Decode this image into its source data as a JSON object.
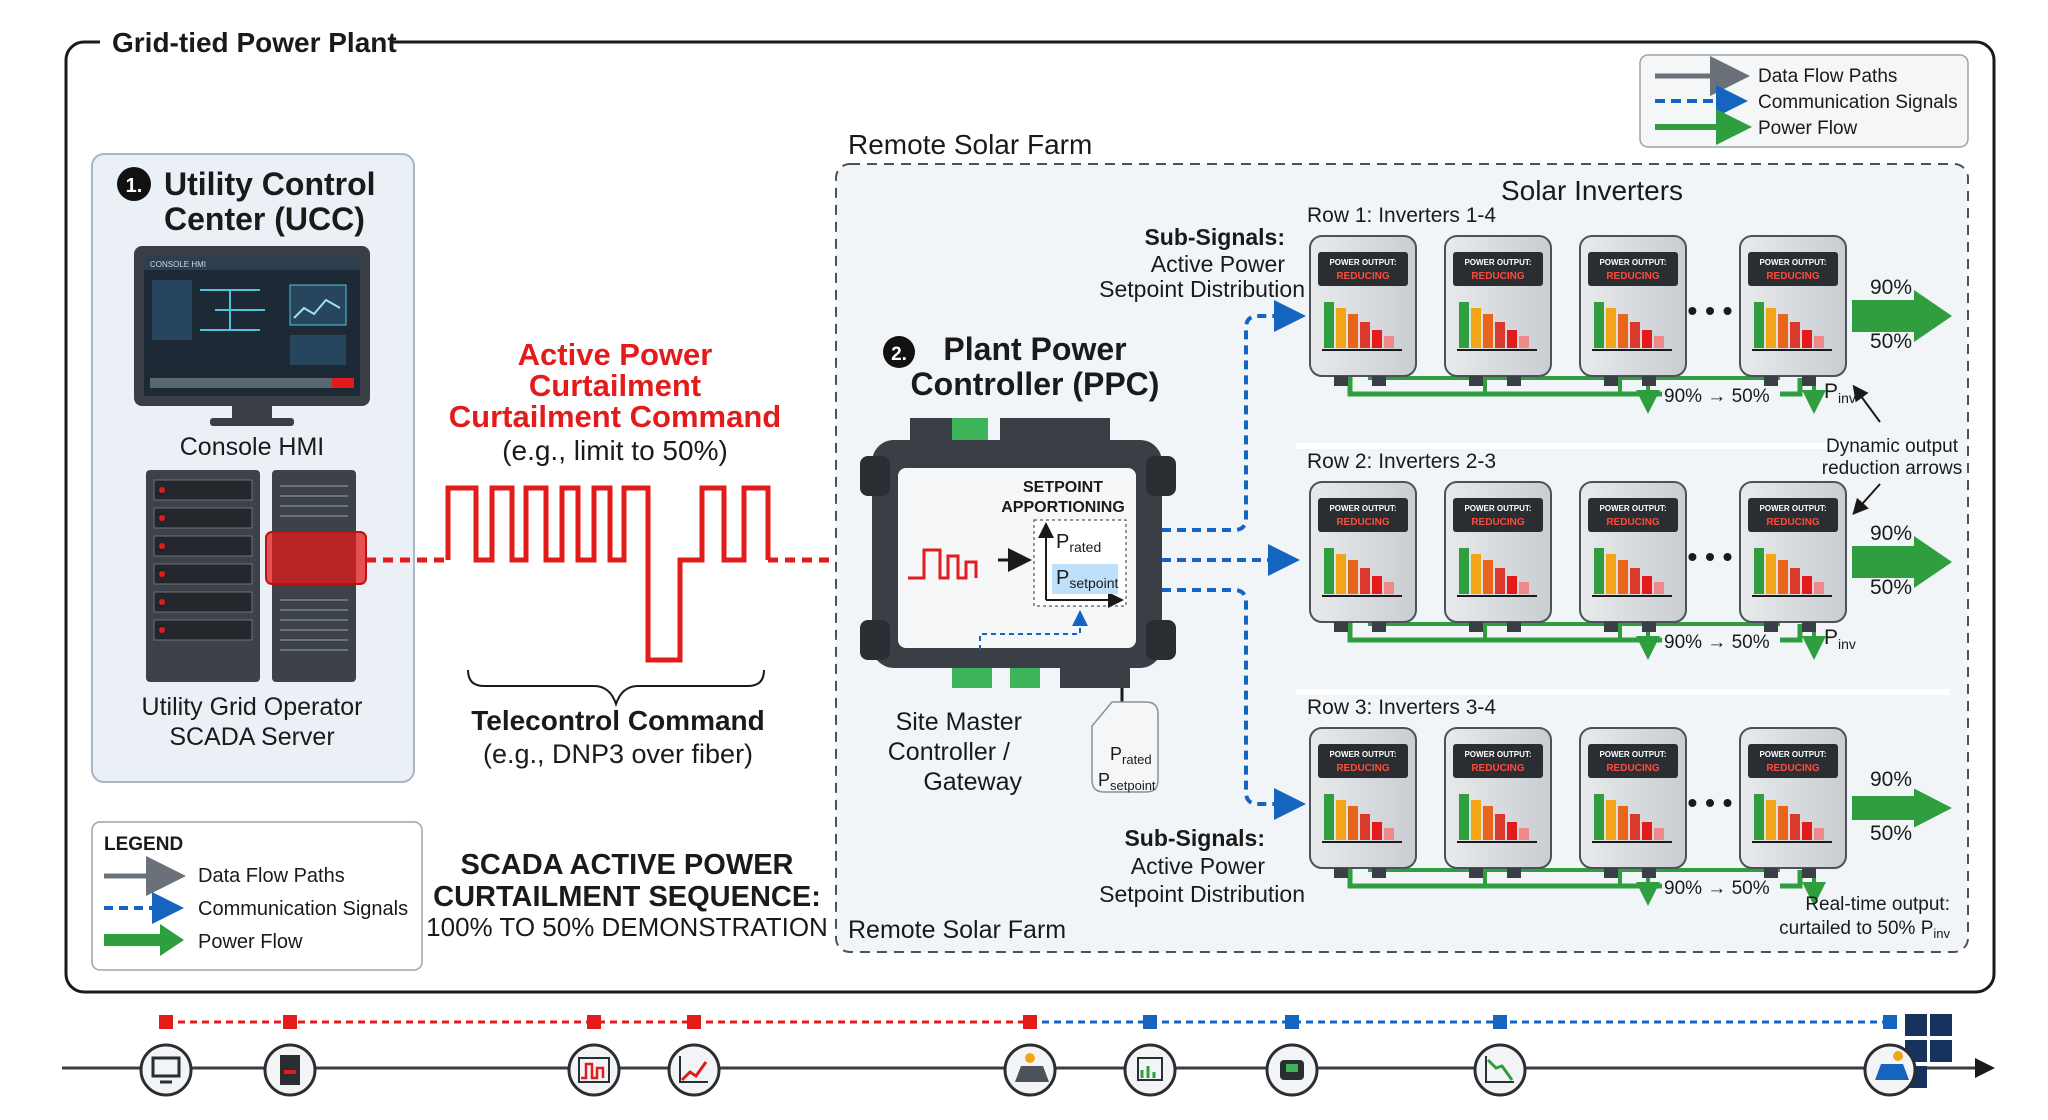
{
  "plant_title": "Grid-tied Power Plant",
  "legend_top": {
    "data_flow": "Data Flow Paths",
    "comm": "Communication Signals",
    "power": "Power Flow"
  },
  "ucc": {
    "num": "1.",
    "title_l1": "Utility Control",
    "title_l2": "Center (UCC)",
    "console_label": "Console HMI",
    "screen_text": "CONSOLE HMI",
    "server_l1": "Utility Grid Operator",
    "server_l2": "SCADA Server"
  },
  "command": {
    "l1": "Active Power",
    "l2": "Curtailment",
    "l3": "Curtailment Command",
    "example": "(e.g., limit to 50%)",
    "tele_title": "Telecontrol Command",
    "tele_sub": "(e.g., DNP3 over fiber)"
  },
  "farm": {
    "label_top": "Remote Solar Farm",
    "label_bottom": "Remote Solar Farm",
    "inverters_title": "Solar Inverters"
  },
  "ppc": {
    "num": "2.",
    "title_l1": "Plant Power",
    "title_l2": "Controller (PPC)",
    "setpoint_l1": "SETPOINT",
    "setpoint_l2": "APPORTIONING",
    "p_rated": "P",
    "p_rated_sub": "rated",
    "p_setpoint": "P",
    "p_setpoint_sub": "setpoint",
    "gw_l1": "Site Master",
    "gw_l2": "Controller /",
    "gw_l3": "Gateway"
  },
  "sub_signals_top": {
    "l1": "Sub-Signals:",
    "l2": "Active Power",
    "l3": "Setpoint Distribution"
  },
  "sub_signals_bottom": {
    "l1": "Sub-Signals:",
    "l2": "Active Power",
    "l3": "Setpoint Distribution"
  },
  "rows": [
    {
      "label": "Row 1: Inverters 1-4",
      "hi": "90%",
      "lo": "50%",
      "flow": "90% → 50%",
      "pinv": "P",
      "pinv_sub": "inv"
    },
    {
      "label": "Row 2: Inverters 2-3",
      "hi": "90%",
      "lo": "50%",
      "flow": "90% → 50%",
      "pinv": "P",
      "pinv_sub": "inv"
    },
    {
      "label": "Row 3: Inverters 3-4",
      "hi": "90%",
      "lo": "50%",
      "flow": "90% → 50%",
      "pinv": "",
      "pinv_sub": ""
    }
  ],
  "inverter_panel": {
    "l1": "POWER OUTPUT:",
    "l2": "REDUCING"
  },
  "dynamic_note": {
    "l1": "Dynamic output",
    "l2": "reduction arrows"
  },
  "realtime_note": {
    "l1": "Real-time output:",
    "l2": "curtailed to 50% P",
    "l2_sub": "inv"
  },
  "legend_bottom": {
    "title": "LEGEND",
    "data_flow": "Data Flow Paths",
    "comm": "Communication Signals",
    "power": "Power Flow"
  },
  "sequence": {
    "l1": "SCADA ACTIVE POWER",
    "l2": "CURTAILMENT SEQUENCE:",
    "l3": "100% TO 50% DEMONSTRATION"
  },
  "timeline_icons": [
    "monitor-icon",
    "server-icon",
    "waveform-icon",
    "trend-up-icon",
    "solar-farm-icon",
    "chart-icon",
    "controller-icon",
    "trend-down-icon",
    "solar-panel-icon"
  ],
  "colors": {
    "red": "#e31b1b",
    "blue": "#1565c0",
    "green": "#2e9e3e",
    "gray": "#6b7178"
  }
}
